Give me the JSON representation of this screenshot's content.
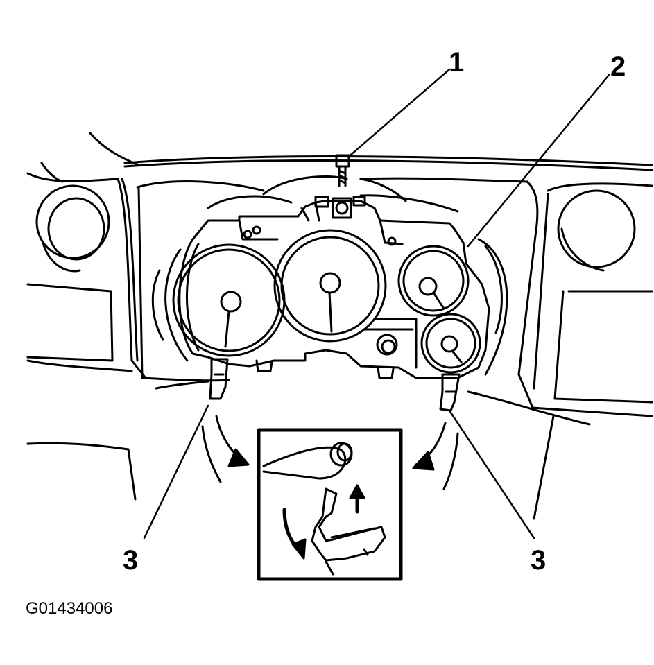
{
  "callouts": {
    "screw": "1",
    "cluster": "2",
    "clip_left": "3",
    "clip_right": "3"
  },
  "figure_id": "G01434006",
  "colors": {
    "ink": "#000000",
    "paper": "#ffffff"
  },
  "icons": {
    "up_arrow": "arrow-up-icon",
    "curved_arrow": "curved-arrow-icon"
  }
}
